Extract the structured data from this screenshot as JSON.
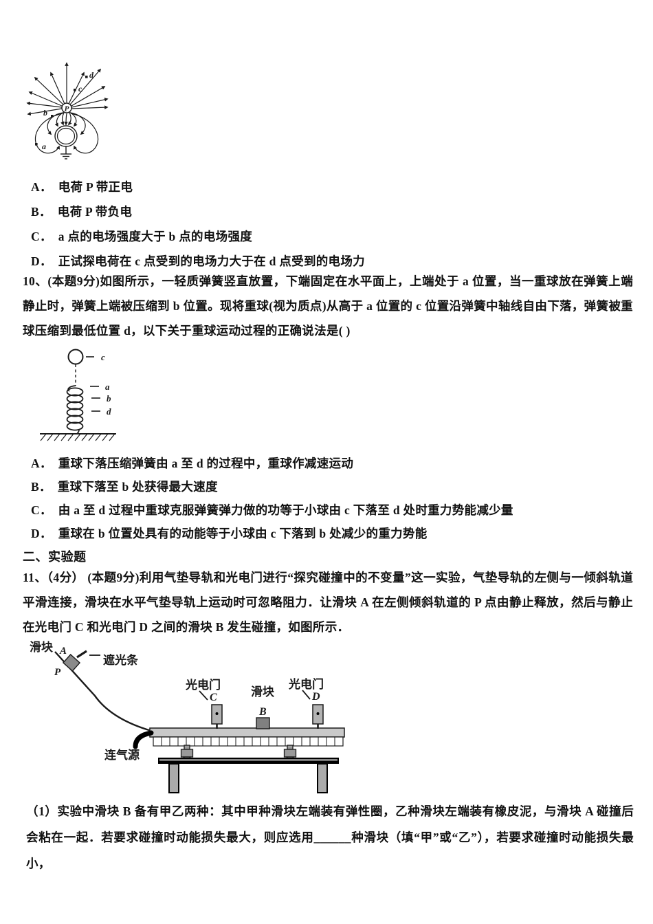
{
  "q9": {
    "options": [
      {
        "label": "A．",
        "text": "电荷 P 带正电"
      },
      {
        "label": "B．",
        "text": "电荷 P 带负电"
      },
      {
        "label": "C．",
        "text": "a 点的电场强度大于 b 点的电场强度"
      },
      {
        "label": "D．",
        "text": "正试探电荷在 c 点受到的电场力大于在 d 点受到的电场力"
      }
    ],
    "figure": {
      "p": "P",
      "a": "a",
      "b": "b",
      "c": "c",
      "d": "d"
    }
  },
  "q10": {
    "stem": "10、(本题9分)如图所示，一轻质弹簧竖直放置，下端固定在水平面上，上端处于 a 位置，当一重球放在弹簧上端静止时，弹簧上端被压缩到 b 位置。现将重球(视为质点)从高于 a 位置的 c 位置沿弹簧中轴线自由下落，弹簧被重球压缩到最低位置 d，以下关于重球运动过程的正确说法是(  )",
    "figure": {
      "a": "a",
      "b": "b",
      "c": "c",
      "d": "d"
    },
    "options": [
      {
        "label": "A．",
        "text": "重球下落压缩弹簧由 a 至 d 的过程中，重球作减速运动"
      },
      {
        "label": "B．",
        "text": "重球下落至 b 处获得最大速度"
      },
      {
        "label": "C．",
        "text": "由 a 至 d 过程中重球克服弹簧弹力做的功等于小球由 c 下落至 d 处时重力势能减少量"
      },
      {
        "label": "D．",
        "text": "重球在 b 位置处具有的动能等于小球由 c 下落到 b 处减少的重力势能"
      }
    ]
  },
  "section2": {
    "title": "二、实验题"
  },
  "q11": {
    "stem": "11、（4分） (本题9分)利用气垫导轨和光电门进行“探究碰撞中的不变量”这一实验，气垫导轨的左侧与一倾斜轨道平滑连接，滑块在水平气垫导轨上运动时可忽略阻力．让滑块 A 在左侧倾斜轨道的 P 点由静止释放，然后与静止在光电门 C 和光电门 D 之间的滑块 B 发生碰撞，如图所示．",
    "figure": {
      "slider_a_label": "滑块",
      "slider_a_letter": "A",
      "p_label": "P",
      "shade_label": "遮光条",
      "gate_c_label": "光电门",
      "gate_c_letter": "C",
      "slider_b_label": "滑块",
      "slider_b_letter": "B",
      "gate_d_label": "光电门",
      "gate_d_letter": "D",
      "air_label": "连气源"
    },
    "part1": "（1）实验中滑块 B 备有甲乙两种：其中甲种滑块左端装有弹性圈，乙种滑块左端装有橡皮泥，与滑块 A 碰撞后会粘在一起．若要求碰撞时动能损失最大，则应选用______种滑块（填“甲”或“乙”），若要求碰撞时动能损失最小，"
  },
  "colors": {
    "ink": "#1a1a1a",
    "track_gray": "#c9c9c9",
    "gate_gray": "#b3b3b3",
    "slider_gray": "#808080",
    "table_black": "#000000"
  }
}
